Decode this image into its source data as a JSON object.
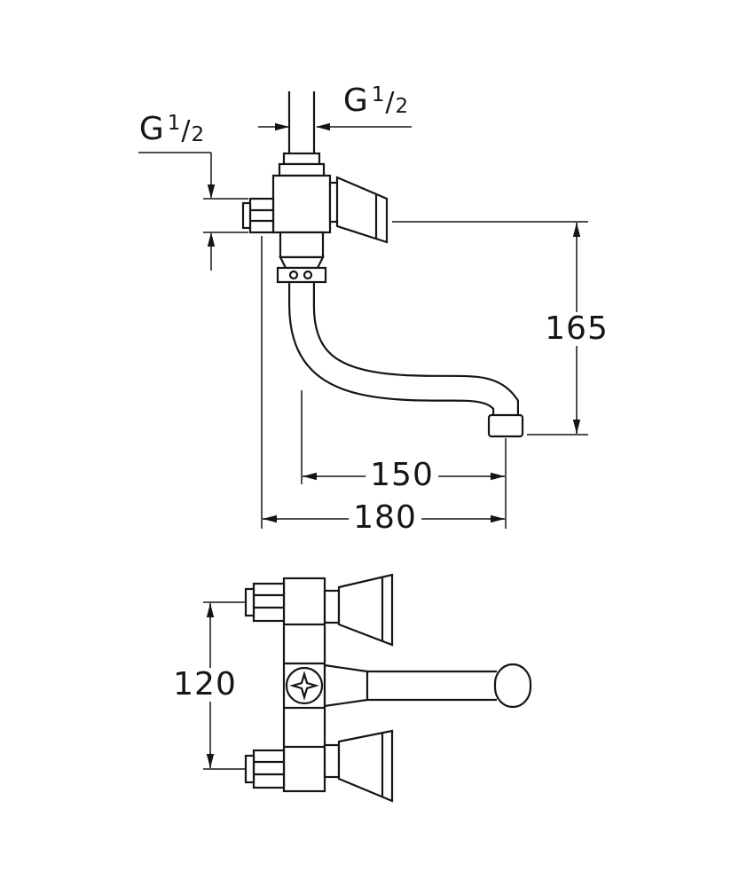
{
  "dimensions": {
    "thread_top": {
      "prefix": "G",
      "numerator": "1",
      "separator": "/",
      "denominator": "2"
    },
    "thread_left": {
      "prefix": "G",
      "numerator": "1",
      "separator": "/",
      "denominator": "2"
    },
    "spout_height": "165",
    "spout_reach": "150",
    "overall_reach": "180",
    "mounting_height": "120"
  },
  "colors": {
    "line": "#151515",
    "background": "#ffffff"
  }
}
